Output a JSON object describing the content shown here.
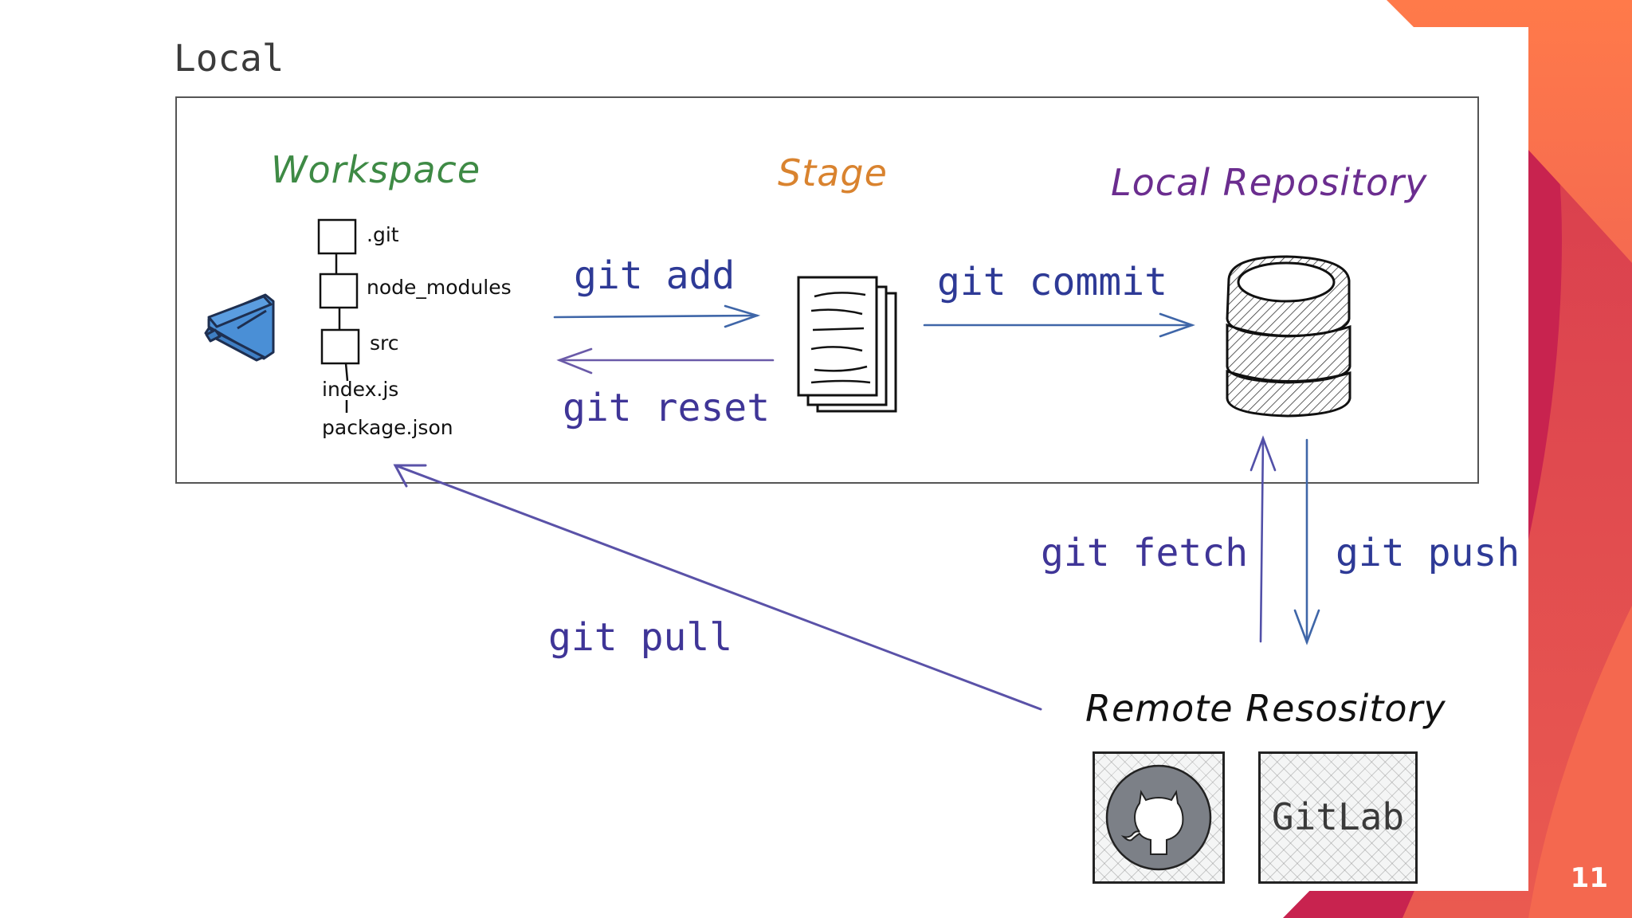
{
  "slide": {
    "page_number": "11",
    "accent_colors": {
      "crimson": "#c8234f",
      "coral": "#f26a4f",
      "orange": "#ff8a45"
    }
  },
  "local": {
    "title": "Local",
    "workspace": {
      "label": "Workspace",
      "color": "#3e8a45",
      "editor_icon": "vscode-icon",
      "tree": [
        {
          "name": ".git",
          "type": "folder"
        },
        {
          "name": "node_modules",
          "type": "folder"
        },
        {
          "name": "src",
          "type": "folder"
        },
        {
          "name": "index.js",
          "type": "file"
        },
        {
          "name": "package.json",
          "type": "file"
        }
      ]
    },
    "stage": {
      "label": "Stage",
      "color": "#d9832f",
      "icon": "documents-stack-icon"
    },
    "local_repository": {
      "label": "Local Repository",
      "color": "#6b2d8f",
      "icon": "database-icon"
    }
  },
  "commands": {
    "add": "git add",
    "reset": "git reset",
    "commit": "git commit",
    "fetch": "git fetch",
    "push": "git push",
    "pull": "git pull"
  },
  "remote": {
    "label": "Remote Resository",
    "providers": [
      {
        "name": "GitHub",
        "icon": "github-octocat-icon"
      },
      {
        "name": "GitLab",
        "text": "GitLab"
      }
    ]
  }
}
